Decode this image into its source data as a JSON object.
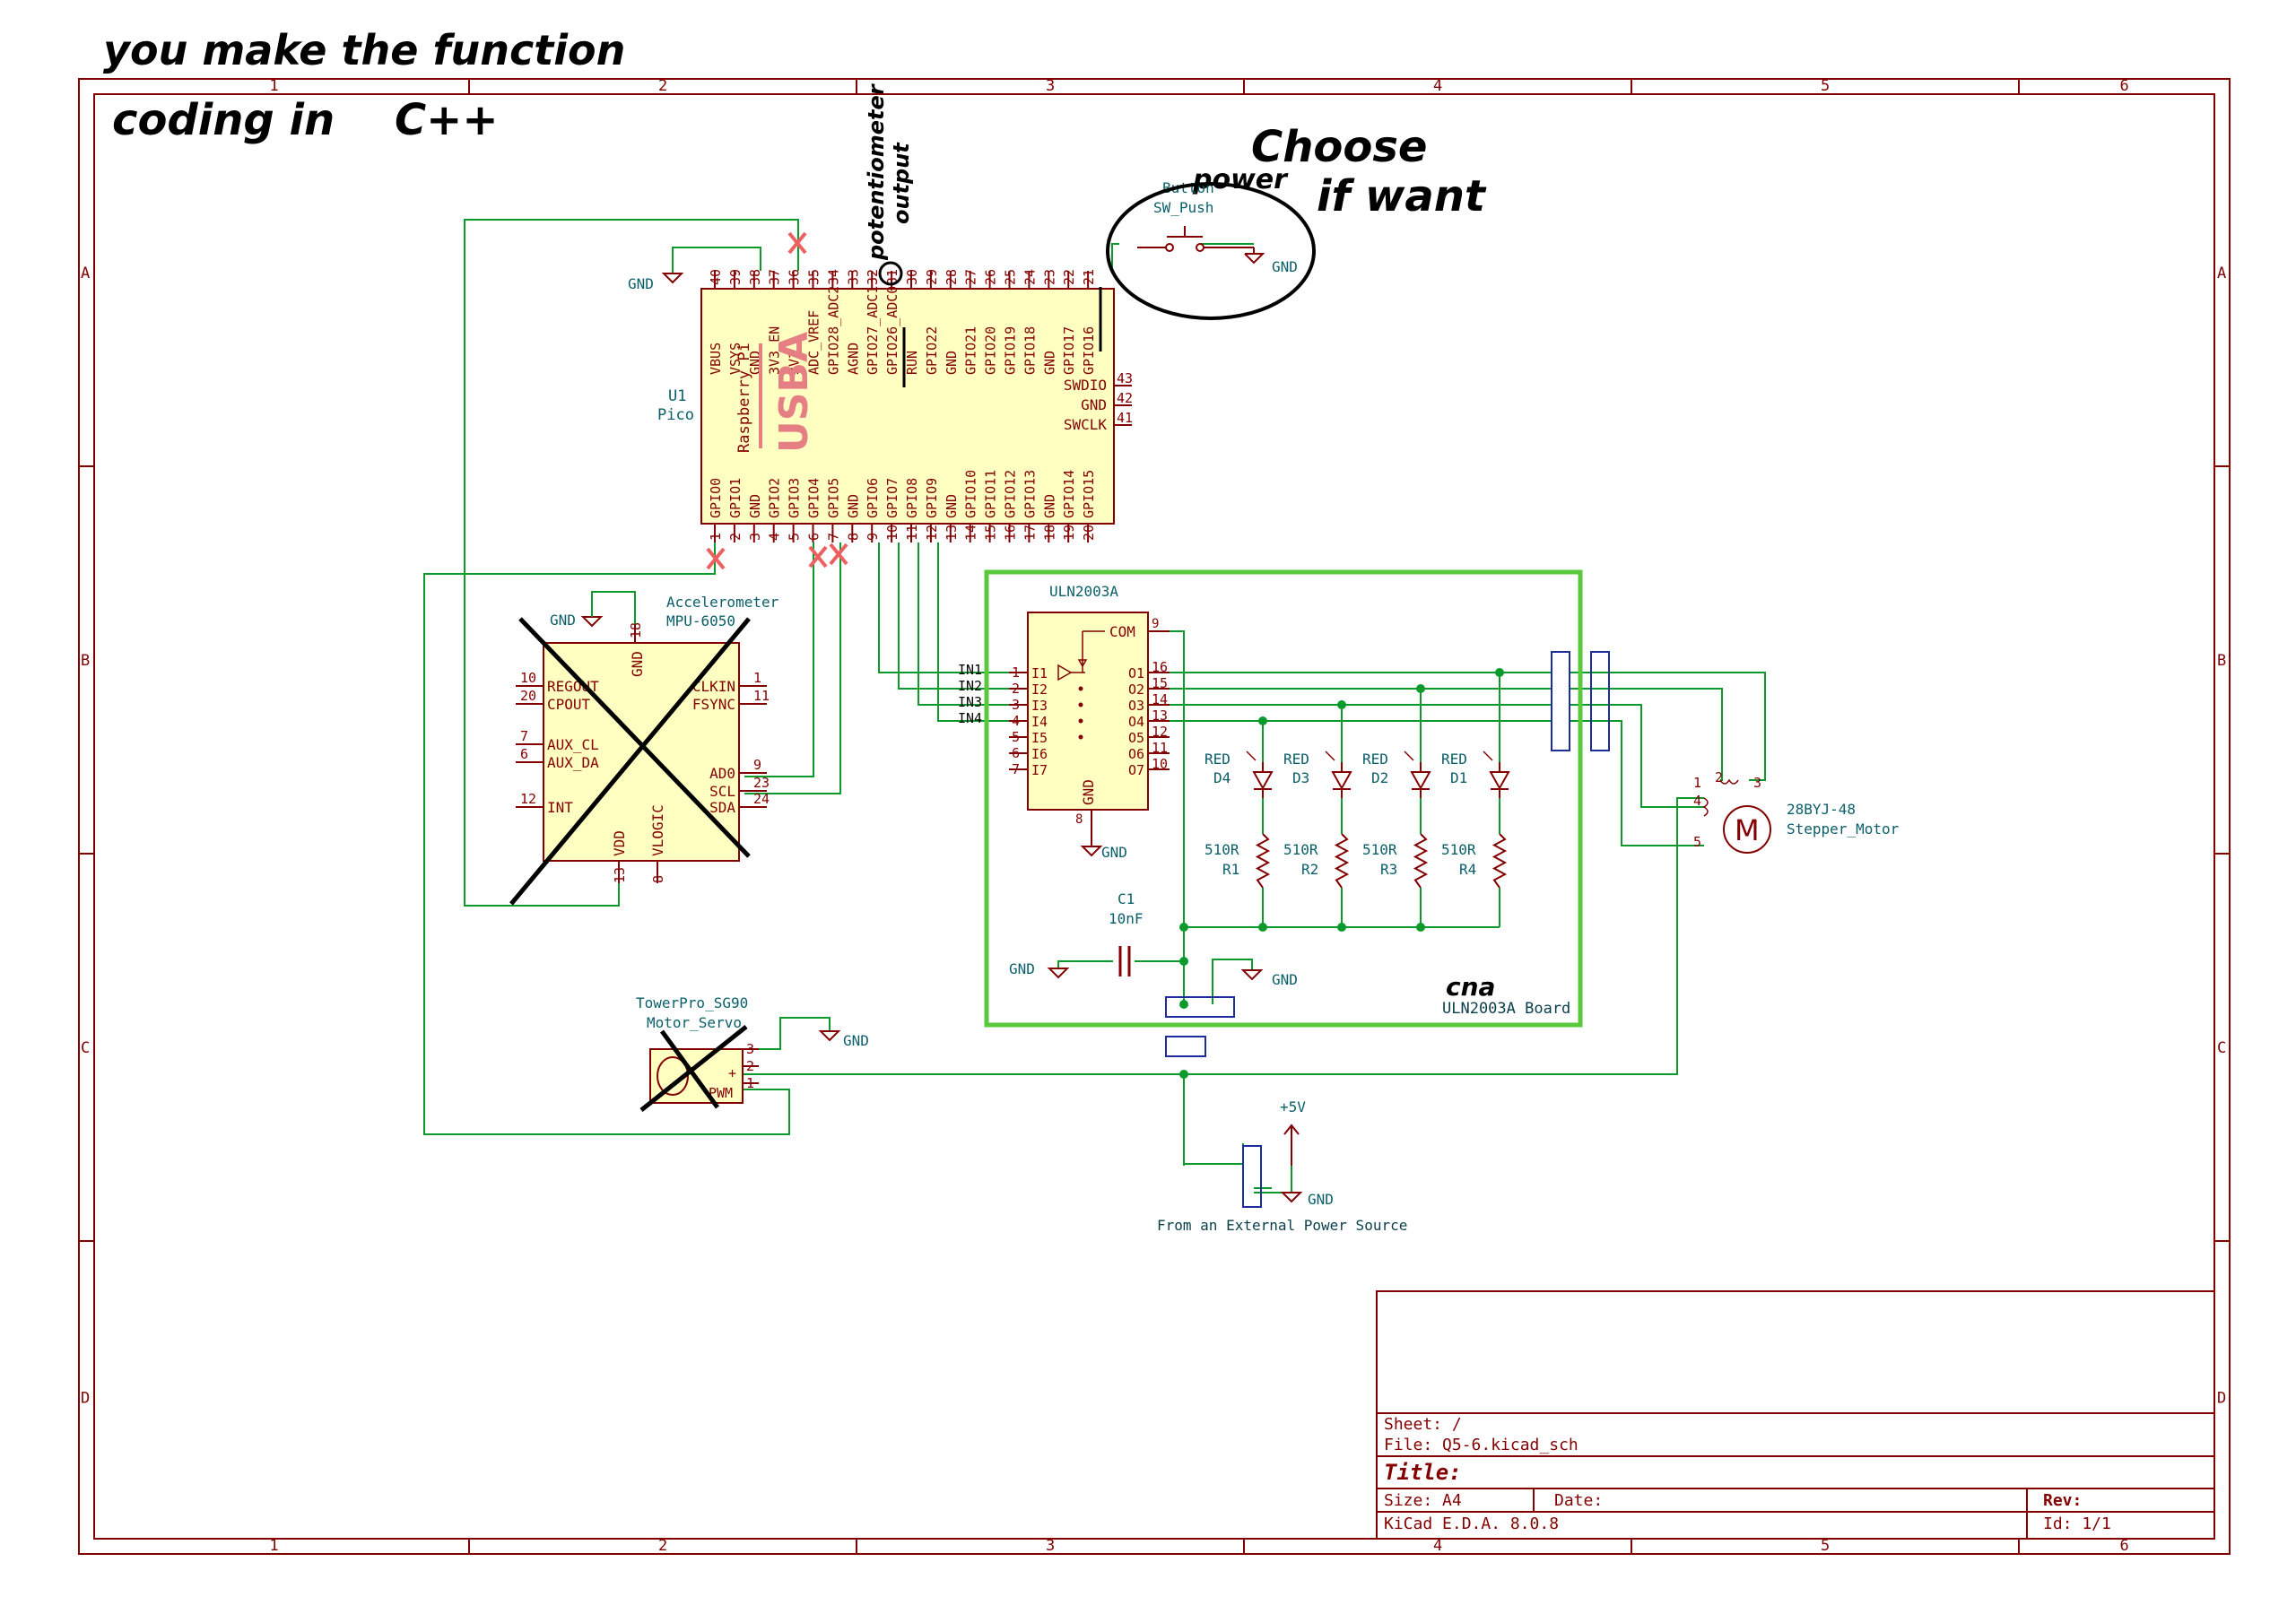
{
  "annotations": {
    "top_note_line1": "you make the function",
    "top_note_line2": "coding in    C++",
    "choose_line1": "Choose",
    "choose_line2": "if want",
    "power_note": "power",
    "pot_note_line1": "potentiometer",
    "pot_note_line2": "output",
    "usba_note": "USBA",
    "cna_note": "cna"
  },
  "border": {
    "columns": [
      "1",
      "2",
      "3",
      "4",
      "5",
      "6"
    ],
    "rows": [
      "A",
      "B",
      "C",
      "D"
    ]
  },
  "pico": {
    "ref": "U1",
    "value": "Pico",
    "name": "Raspberry Pi",
    "top_pins": [
      {
        "num": "40",
        "name": "VBUS"
      },
      {
        "num": "39",
        "name": "VSYS"
      },
      {
        "num": "38",
        "name": "GND"
      },
      {
        "num": "37",
        "name": "3V3_EN"
      },
      {
        "num": "36",
        "name": "3V3"
      },
      {
        "num": "35",
        "name": "ADC_VREF"
      },
      {
        "num": "34",
        "name": "GPIO28_ADC2"
      },
      {
        "num": "33",
        "name": "AGND"
      },
      {
        "num": "32",
        "name": "GPIO27_ADC1"
      },
      {
        "num": "31",
        "name": "GPIO26_ADC0"
      },
      {
        "num": "30",
        "name": "RUN"
      },
      {
        "num": "29",
        "name": "GPIO22"
      },
      {
        "num": "28",
        "name": "GND"
      },
      {
        "num": "27",
        "name": "GPIO21"
      },
      {
        "num": "26",
        "name": "GPIO20"
      },
      {
        "num": "25",
        "name": "GPIO19"
      },
      {
        "num": "24",
        "name": "GPIO18"
      },
      {
        "num": "23",
        "name": "GND"
      },
      {
        "num": "22",
        "name": "GPIO17"
      },
      {
        "num": "21",
        "name": "GPIO16"
      }
    ],
    "bottom_pins": [
      {
        "num": "1",
        "name": "GPIO0"
      },
      {
        "num": "2",
        "name": "GPIO1"
      },
      {
        "num": "3",
        "name": "GND"
      },
      {
        "num": "4",
        "name": "GPIO2"
      },
      {
        "num": "5",
        "name": "GPIO3"
      },
      {
        "num": "6",
        "name": "GPIO4"
      },
      {
        "num": "7",
        "name": "GPIO5"
      },
      {
        "num": "8",
        "name": "GND"
      },
      {
        "num": "9",
        "name": "GPIO6"
      },
      {
        "num": "10",
        "name": "GPIO7"
      },
      {
        "num": "11",
        "name": "GPIO8"
      },
      {
        "num": "12",
        "name": "GPIO9"
      },
      {
        "num": "13",
        "name": "GND"
      },
      {
        "num": "14",
        "name": "GPIO10"
      },
      {
        "num": "15",
        "name": "GPIO11"
      },
      {
        "num": "16",
        "name": "GPIO12"
      },
      {
        "num": "17",
        "name": "GPIO13"
      },
      {
        "num": "18",
        "name": "GND"
      },
      {
        "num": "19",
        "name": "GPIO14"
      },
      {
        "num": "20",
        "name": "GPIO15"
      }
    ],
    "right_pins": [
      {
        "num": "43",
        "name": "SWDIO"
      },
      {
        "num": "42",
        "name": "GND"
      },
      {
        "num": "41",
        "name": "SWCLK"
      }
    ]
  },
  "button": {
    "ref": "Button",
    "value": "SW_Push",
    "gnd": "GND"
  },
  "accelerometer": {
    "title": "Accelerometer",
    "part": "MPU-6050",
    "gnd": "GND",
    "left_pins": [
      {
        "num": "10",
        "name": "REGOUT"
      },
      {
        "num": "20",
        "name": "CPOUT"
      },
      {
        "num": "7",
        "name": "AUX_CL"
      },
      {
        "num": "6",
        "name": "AUX_DA"
      },
      {
        "num": "12",
        "name": "INT"
      }
    ],
    "right_pins": [
      {
        "num": "1",
        "name": "CLKIN"
      },
      {
        "num": "11",
        "name": "FSYNC"
      },
      {
        "num": "9",
        "name": "AD0"
      },
      {
        "num": "23",
        "name": "SCL"
      },
      {
        "num": "24",
        "name": "SDA"
      }
    ],
    "top_pin": {
      "num": "18",
      "name": "GND"
    },
    "bottom_pins": [
      {
        "num": "13",
        "name": "VDD"
      },
      {
        "num": "8",
        "name": "VLOGIC"
      }
    ]
  },
  "uln": {
    "part": "ULN2003A",
    "board_label": "ULN2003A Board",
    "com": "COM",
    "com_num": "9",
    "gnd_pin": "GND",
    "gnd_num": "8",
    "gnd": "GND",
    "inputs": [
      {
        "num": "1",
        "name": "I1",
        "net": "IN1"
      },
      {
        "num": "2",
        "name": "I2",
        "net": "IN2"
      },
      {
        "num": "3",
        "name": "I3",
        "net": "IN3"
      },
      {
        "num": "4",
        "name": "I4",
        "net": "IN4"
      },
      {
        "num": "5",
        "name": "I5",
        "net": ""
      },
      {
        "num": "6",
        "name": "I6",
        "net": ""
      },
      {
        "num": "7",
        "name": "I7",
        "net": ""
      }
    ],
    "outputs": [
      {
        "num": "16",
        "name": "O1"
      },
      {
        "num": "15",
        "name": "O2"
      },
      {
        "num": "14",
        "name": "O3"
      },
      {
        "num": "13",
        "name": "O4"
      },
      {
        "num": "12",
        "name": "O5"
      },
      {
        "num": "11",
        "name": "O6"
      },
      {
        "num": "10",
        "name": "O7"
      }
    ],
    "leds": [
      {
        "color": "RED",
        "ref": "D4"
      },
      {
        "color": "RED",
        "ref": "D3"
      },
      {
        "color": "RED",
        "ref": "D2"
      },
      {
        "color": "RED",
        "ref": "D1"
      }
    ],
    "resistors": [
      {
        "value": "510R",
        "ref": "R1"
      },
      {
        "value": "510R",
        "ref": "R2"
      },
      {
        "value": "510R",
        "ref": "R3"
      },
      {
        "value": "510R",
        "ref": "R4"
      }
    ],
    "cap_ref": "C1",
    "cap_value": "10nF",
    "gnd_left": "GND",
    "gnd_right": "GND"
  },
  "stepper": {
    "part": "28BYJ-48",
    "name": "Stepper_Motor",
    "pins": [
      "1",
      "2",
      "3",
      "4",
      "5"
    ],
    "symbol": "M"
  },
  "servo": {
    "part": "TowerPro_SG90",
    "name": "Motor_Servo",
    "pins": [
      "3",
      "2",
      "1"
    ],
    "plus": "+",
    "pwm": "PWM",
    "gnd": "GND"
  },
  "power": {
    "supply": "+5V",
    "gnd": "GND",
    "caption": "From an External Power Source"
  },
  "title_block": {
    "sheet": "Sheet: /",
    "file": "File: Q5-6.kicad_sch",
    "title": "Title:",
    "size": "Size: A4",
    "date": "Date:",
    "rev": "Rev:",
    "tool": "KiCad E.D.A. 8.0.8",
    "id": "Id: 1/1"
  }
}
